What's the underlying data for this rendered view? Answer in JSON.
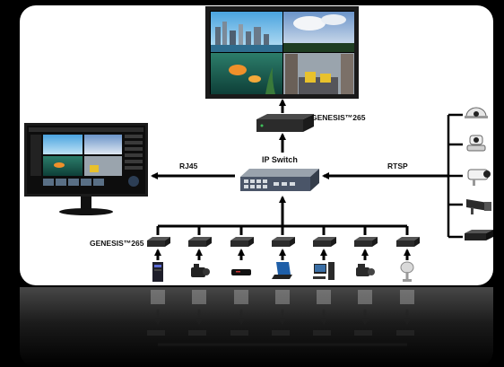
{
  "labels": {
    "genesis_top": "GENESIS™265",
    "ip_switch": "IP Switch",
    "rj45": "RJ45",
    "rtsp": "RTSP",
    "genesis_bottom": "GENESIS™265"
  },
  "cameras": [
    "dome-camera-icon",
    "ptz-camera-icon",
    "bullet-camera-icon",
    "box-camera-icon",
    "nvr-recorder-icon"
  ],
  "sources": [
    "pc-tower-icon",
    "camcorder-icon",
    "media-player-icon",
    "laptop-icon",
    "workstation-icon",
    "video-camera-icon",
    "satellite-dish-icon"
  ],
  "colors": {
    "background": "#000000",
    "card": "#ffffff",
    "device": "#2b2b2b",
    "switch": "#4a5568",
    "arrow": "#000000"
  }
}
